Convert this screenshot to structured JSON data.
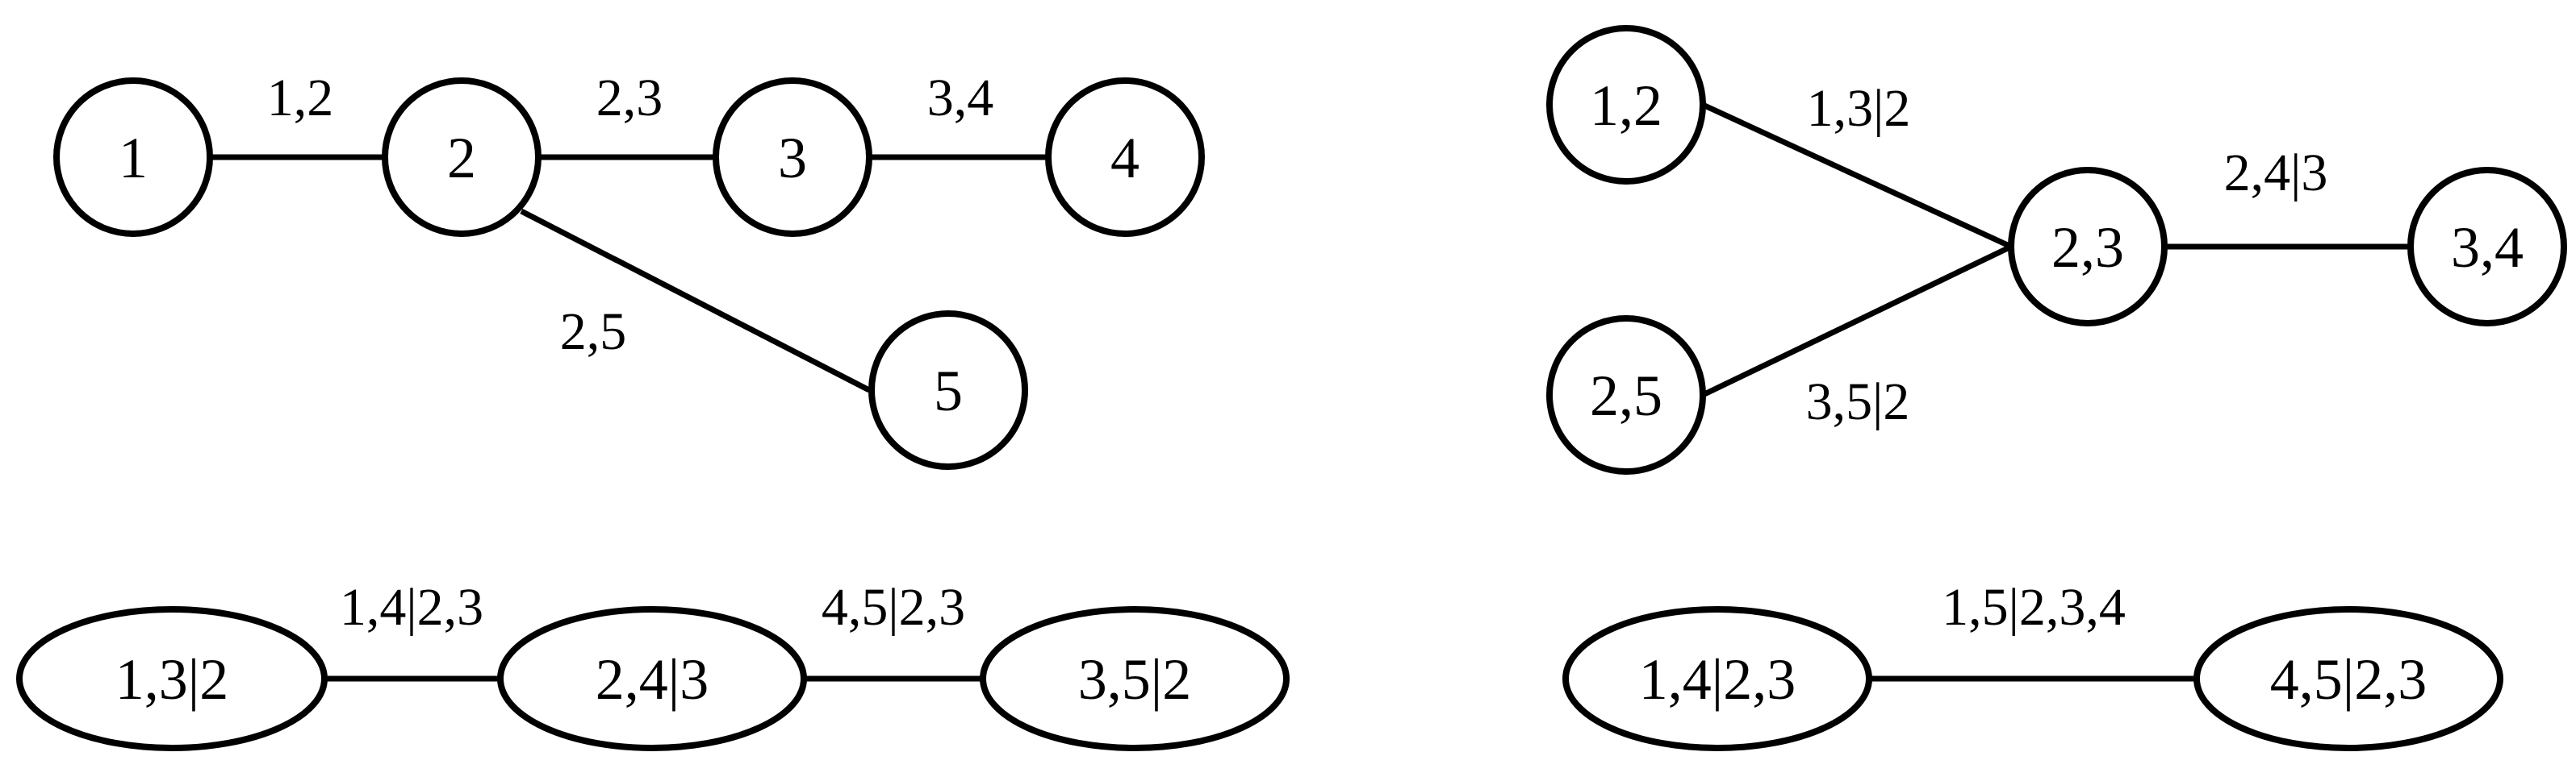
{
  "trees": [
    {
      "nodes": [
        {
          "id": "t1n1",
          "label": "1"
        },
        {
          "id": "t1n2",
          "label": "2"
        },
        {
          "id": "t1n3",
          "label": "3"
        },
        {
          "id": "t1n4",
          "label": "4"
        },
        {
          "id": "t1n5",
          "label": "5"
        }
      ],
      "edges": [
        {
          "from": "t1n1",
          "to": "t1n2",
          "label": "1,2"
        },
        {
          "from": "t1n2",
          "to": "t1n3",
          "label": "2,3"
        },
        {
          "from": "t1n3",
          "to": "t1n4",
          "label": "3,4"
        },
        {
          "from": "t1n2",
          "to": "t1n5",
          "label": "2,5"
        }
      ]
    },
    {
      "nodes": [
        {
          "id": "t2n1",
          "label": "1,2"
        },
        {
          "id": "t2n2",
          "label": "2,5"
        },
        {
          "id": "t2n3",
          "label": "2,3"
        },
        {
          "id": "t2n4",
          "label": "3,4"
        }
      ],
      "edges": [
        {
          "from": "t2n1",
          "to": "t2n3",
          "label": "1,3|2"
        },
        {
          "from": "t2n2",
          "to": "t2n3",
          "label": "3,5|2"
        },
        {
          "from": "t2n3",
          "to": "t2n4",
          "label": "2,4|3"
        }
      ]
    },
    {
      "nodes": [
        {
          "id": "t3n1",
          "label": "1,3|2"
        },
        {
          "id": "t3n2",
          "label": "2,4|3"
        },
        {
          "id": "t3n3",
          "label": "3,5|2"
        }
      ],
      "edges": [
        {
          "from": "t3n1",
          "to": "t3n2",
          "label": "1,4|2,3"
        },
        {
          "from": "t3n2",
          "to": "t3n3",
          "label": "4,5|2,3"
        }
      ]
    },
    {
      "nodes": [
        {
          "id": "t4n1",
          "label": "1,4|2,3"
        },
        {
          "id": "t4n2",
          "label": "4,5|2,3"
        }
      ],
      "edges": [
        {
          "from": "t4n1",
          "to": "t4n2",
          "label": "1,5|2,3,4"
        }
      ]
    }
  ]
}
